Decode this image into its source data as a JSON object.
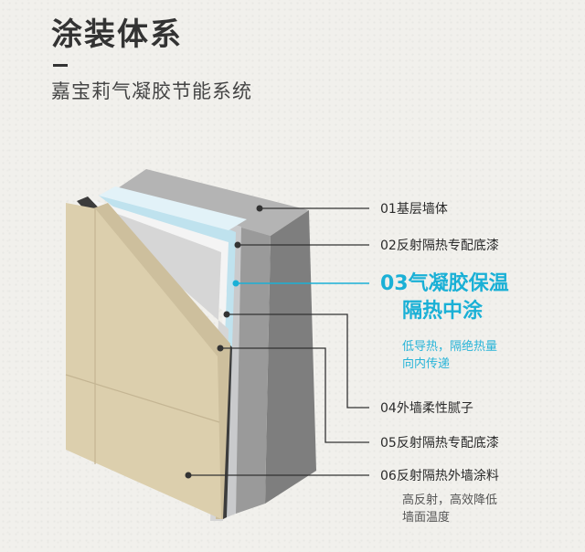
{
  "header": {
    "title": "涂装体系",
    "subtitle": "嘉宝莉气凝胶节能系统"
  },
  "colors": {
    "highlight": "#1ab0d6",
    "wall_face": "#dcceac",
    "concrete": "#8e8e8e",
    "leader_line": "#333333"
  },
  "layers": [
    {
      "label": "01基层墙体",
      "desc": []
    },
    {
      "label": "02反射隔热专配底漆",
      "desc": []
    },
    {
      "label": "03气凝胶保温",
      "label_line2": "隔热中涂",
      "desc": [
        "低导热，隔绝热量",
        "向内传递"
      ]
    },
    {
      "label": "04外墙柔性腻子",
      "desc": []
    },
    {
      "label": "05反射隔热专配底漆",
      "desc": []
    },
    {
      "label": "06反射隔热外墙涂料",
      "desc": [
        "高反射，高效降低",
        "墙面温度"
      ]
    }
  ]
}
